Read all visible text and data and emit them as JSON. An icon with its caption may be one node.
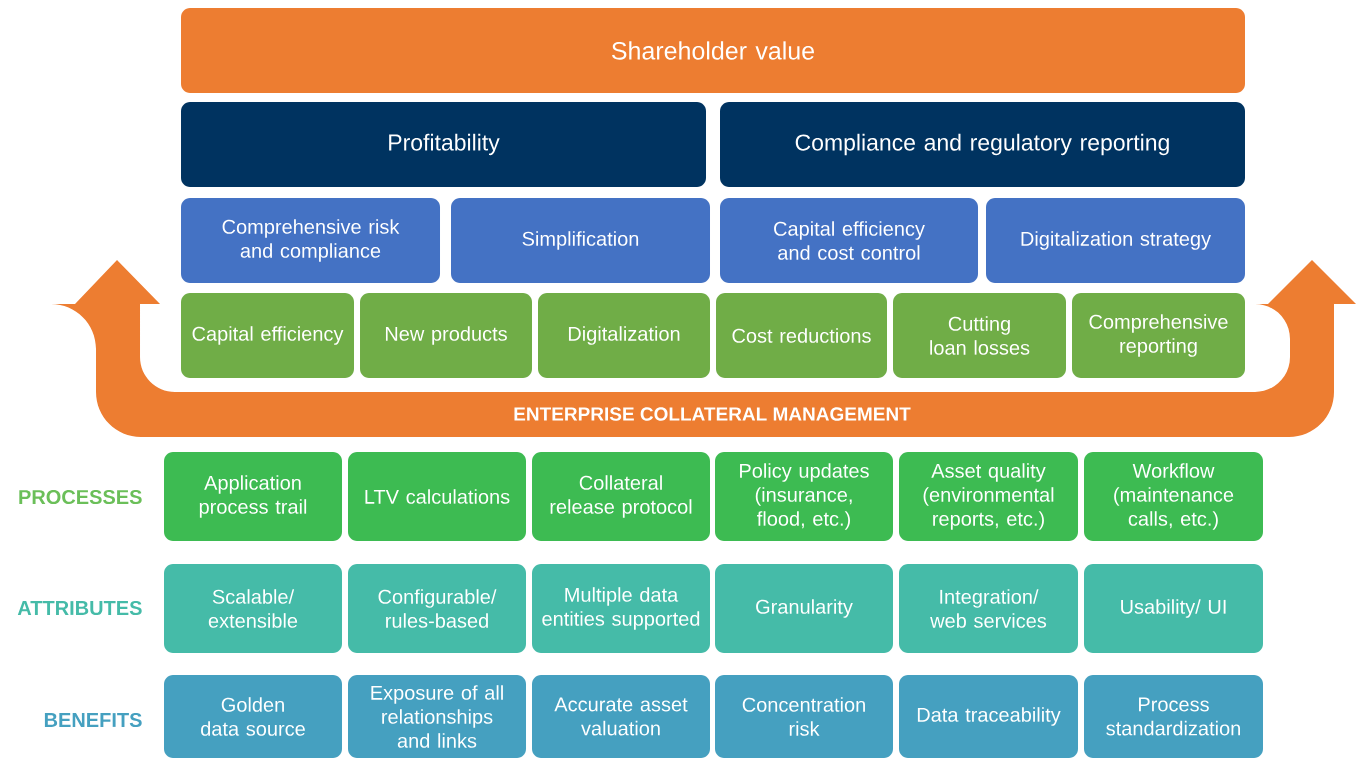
{
  "diagram": {
    "nodes": [
      {
        "text": [
          "Shareholder value"
        ]
      },
      {
        "text": [
          "Profitability"
        ]
      },
      {
        "text": [
          "Compliance and regulatory reporting"
        ]
      },
      {
        "text": [
          "Comprehensive risk and compliance"
        ]
      },
      {
        "text": [
          "Simplification"
        ]
      },
      {
        "text": [
          "Capital efficiency and cost control"
        ]
      },
      {
        "text": [
          "Digitalization strategy"
        ]
      },
      {
        "text": [
          "Capital efficiency"
        ]
      },
      {
        "text": [
          "New products"
        ]
      },
      {
        "text": [
          "Digitalization"
        ]
      },
      {
        "text": [
          "Cost reductions"
        ]
      },
      {
        "text": [
          "Cutting loan losses"
        ]
      },
      {
        "text": [
          "Comprehensive reporting"
        ]
      },
      {
        "text": [
          "ENTERPRISE COLLATERAL MANAGEMENT"
        ]
      },
      {
        "text": [
          "Application process trail"
        ]
      },
      {
        "text": [
          "LTV calculations"
        ]
      },
      {
        "text": [
          "Collateral release protocol"
        ]
      },
      {
        "text": [
          "Policy updates (insurance, flood, etc.)"
        ]
      },
      {
        "text": [
          "Asset quality (environmental reports, etc.)"
        ]
      },
      {
        "text": [
          "Workflow (maintenance calls, etc.)"
        ]
      },
      {
        "text": [
          "Scalable/ extensible"
        ]
      },
      {
        "text": [
          "Configurable/ rules-based"
        ]
      },
      {
        "text": [
          "Multiple data entities supported"
        ]
      },
      {
        "text": [
          "Granularity"
        ]
      },
      {
        "text": [
          "Integration/ web services"
        ]
      },
      {
        "text": [
          "Usability/ UI"
        ]
      },
      {
        "text": [
          "Golden data source"
        ]
      },
      {
        "text": [
          "Exposure of all relationships and links"
        ]
      },
      {
        "text": [
          "Accurate asset valuation"
        ]
      },
      {
        "text": [
          "Concentration risk"
        ]
      },
      {
        "text": [
          "Data traceability"
        ]
      },
      {
        "text": [
          "Process standardization"
        ]
      }
    ],
    "labels": [
      "PROCESSES",
      "ATTRIBUTES",
      "BENEFITS"
    ]
  }
}
